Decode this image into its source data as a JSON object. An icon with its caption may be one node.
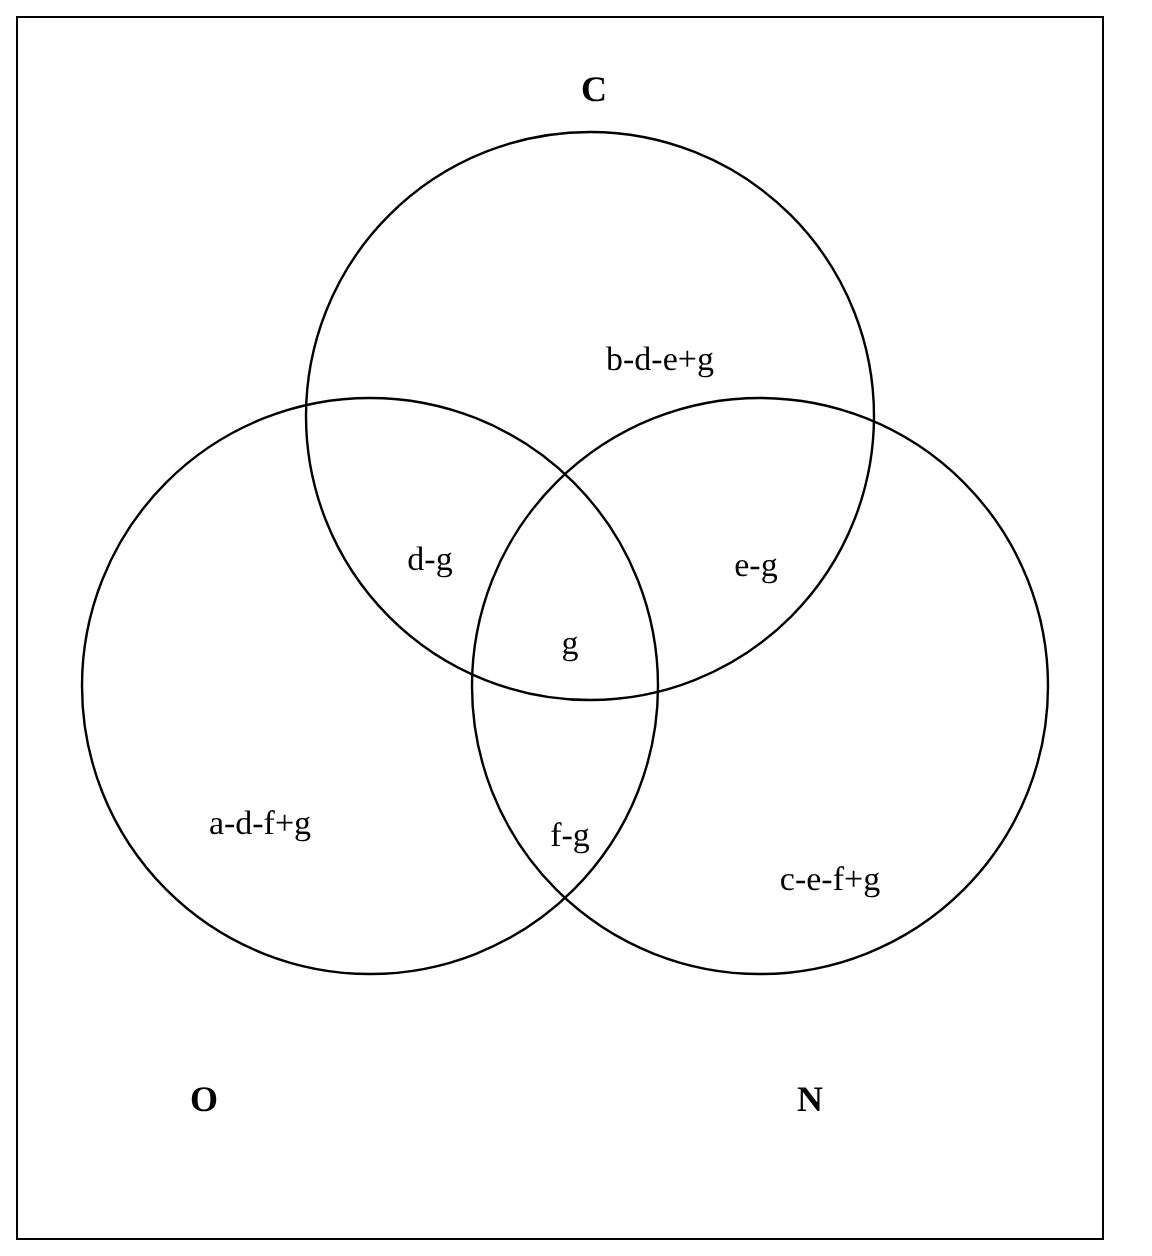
{
  "diagram": {
    "nodes": [
      {
        "text": [
          "C",
          "b-d-e+g"
        ]
      },
      {
        "text": [
          "a-d-f+g",
          "O"
        ]
      },
      {
        "text": [
          "c-e-f+g",
          "N"
        ]
      }
    ],
    "labels": [
      "d-g",
      "e-g",
      "g",
      "f-g"
    ]
  }
}
